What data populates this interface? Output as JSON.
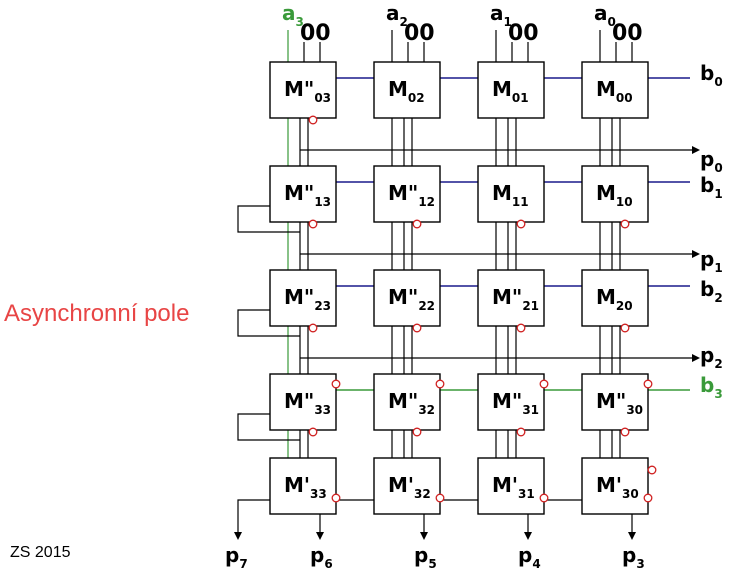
{
  "side_label": "Asynchronní pole",
  "footer": "ZS 2015",
  "colors": {
    "a3": "#3a9a3a",
    "b3": "#3a9a3a",
    "bus": "#1a1a8c",
    "bubble": "#d02020",
    "text": "#000000"
  },
  "top_labels": [
    {
      "main": "a",
      "sub": "3",
      "green": true
    },
    {
      "main": "a",
      "sub": "2",
      "green": false
    },
    {
      "main": "a",
      "sub": "1",
      "green": false
    },
    {
      "main": "a",
      "sub": "0",
      "green": false
    }
  ],
  "zero_label": "00",
  "right_labels": [
    {
      "main": "b",
      "sub": "0",
      "green": false
    },
    {
      "main": "p",
      "sub": "0",
      "green": false
    },
    {
      "main": "b",
      "sub": "1",
      "green": false
    },
    {
      "main": "p",
      "sub": "1",
      "green": false
    },
    {
      "main": "b",
      "sub": "2",
      "green": false
    },
    {
      "main": "p",
      "sub": "2",
      "green": false
    },
    {
      "main": "b",
      "sub": "3",
      "green": true
    }
  ],
  "bottom_labels": [
    {
      "main": "p",
      "sub": "7"
    },
    {
      "main": "p",
      "sub": "6"
    },
    {
      "main": "p",
      "sub": "5"
    },
    {
      "main": "p",
      "sub": "4"
    },
    {
      "main": "p",
      "sub": "3"
    }
  ],
  "cells": [
    [
      {
        "main": "M\"",
        "sub": "03"
      },
      {
        "main": "M",
        "sub": "02"
      },
      {
        "main": "M",
        "sub": "01"
      },
      {
        "main": "M",
        "sub": "00"
      }
    ],
    [
      {
        "main": "M\"",
        "sub": "13"
      },
      {
        "main": "M\"",
        "sub": "12"
      },
      {
        "main": "M",
        "sub": "11"
      },
      {
        "main": "M",
        "sub": "10"
      }
    ],
    [
      {
        "main": "M\"",
        "sub": "23"
      },
      {
        "main": "M\"",
        "sub": "22"
      },
      {
        "main": "M\"",
        "sub": "21"
      },
      {
        "main": "M",
        "sub": "20"
      }
    ],
    [
      {
        "main": "M\"",
        "sub": "33"
      },
      {
        "main": "M\"",
        "sub": "32"
      },
      {
        "main": "M\"",
        "sub": "31"
      },
      {
        "main": "M\"",
        "sub": "30"
      }
    ],
    [
      {
        "main": "M'",
        "sub": "33"
      },
      {
        "main": "M'",
        "sub": "32"
      },
      {
        "main": "M'",
        "sub": "31"
      },
      {
        "main": "M'",
        "sub": "30"
      }
    ]
  ]
}
